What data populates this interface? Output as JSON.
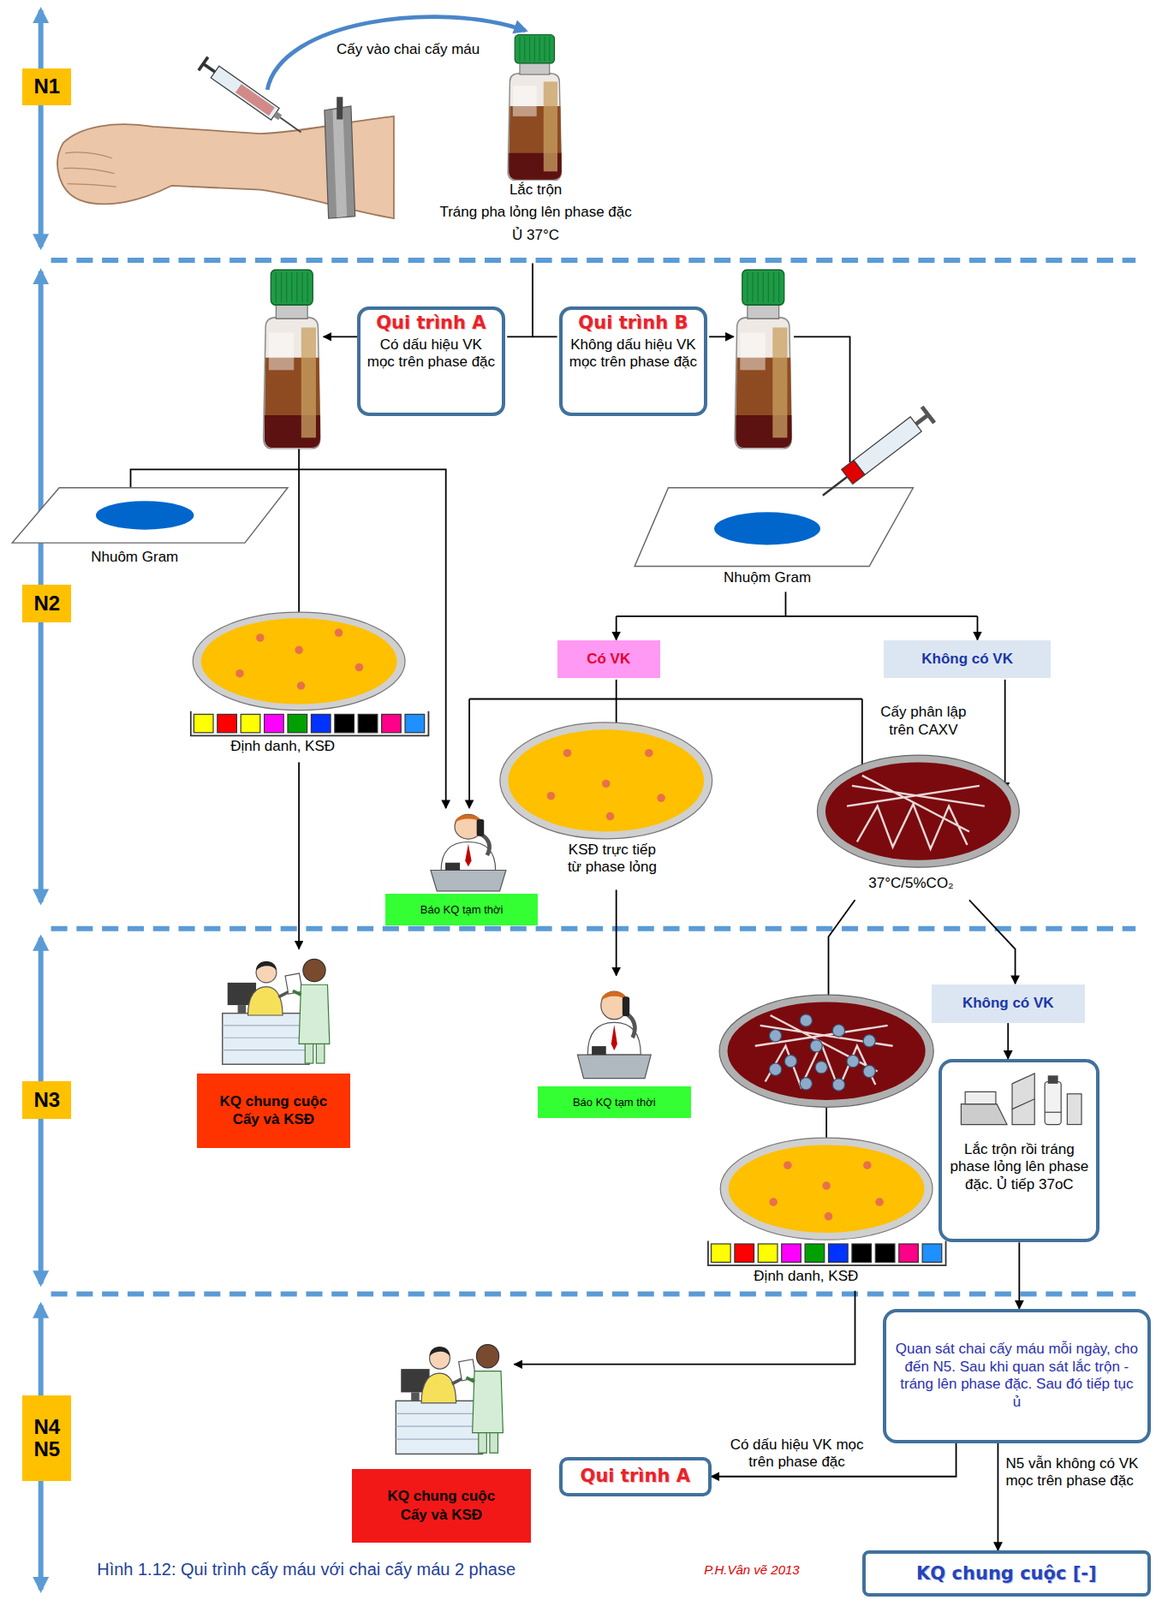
{
  "diagram": {
    "caption": "Hình 1.12: Qui trình cấy máu với chai cấy máu 2 phase",
    "nodes": [
      {
        "text": [
          "N1"
        ]
      },
      {
        "text": [
          "N2"
        ]
      },
      {
        "text": [
          "Qui trình A",
          "Có dấu hiệu VK mọc trên phase đặc"
        ]
      },
      {
        "text": [
          "Qui trình B",
          "Không dấu hiệu VK mọc trên phase đặc"
        ]
      },
      {
        "text": [
          "Có VK"
        ]
      },
      {
        "text": [
          "Không có VK"
        ]
      },
      {
        "text": [
          "Báo KQ tạm thời"
        ]
      },
      {
        "text": [
          "N3"
        ]
      },
      {
        "text": [
          "KQ chung cuộc Cấy và KSĐ"
        ]
      },
      {
        "text": [
          "Báo KQ tạm thời"
        ]
      },
      {
        "text": [
          "Không có VK"
        ]
      },
      {
        "text": [
          "Lắc trộn rồi tráng phase lỏng lên phase đặc. Ủ tiếp 37oC"
        ]
      },
      {
        "text": [
          "N4 N5"
        ]
      },
      {
        "text": [
          "Quan sát chai cấy máu mỗi ngày, cho đến N5. Sau khi quan sát lắc trộn - tráng lên phase đặc. Sau đó tiếp tục ủ"
        ]
      },
      {
        "text": [
          "KQ chung cuộc Cấy và KSĐ"
        ]
      },
      {
        "text": [
          "Qui trình A"
        ]
      },
      {
        "text": [
          "KQ chung cuộc [-]"
        ]
      }
    ],
    "edges": [
      {
        "from": 10,
        "to": 11,
        "arrow": "to"
      },
      {
        "from": 11,
        "to": 13,
        "arrow": "to"
      },
      {
        "from": 13,
        "to": 15,
        "arrow": "to",
        "label": "Có dấu hiệu VK mọc trên phase đặc"
      },
      {
        "from": 13,
        "to": 16,
        "arrow": "to",
        "label": "N5 vẫn không có VK mọc trên phase đặc"
      }
    ],
    "labels": [
      "Cấy vào chai cấy máu",
      "Lắc trộn",
      "Tráng pha lỏng lên phase đặc",
      "Ủ 37°C",
      "Nhuôm Gram",
      "Định danh, KSĐ",
      "Nhuộm Gram",
      "Cấy phân lập trên CAXV",
      "KSĐ trực tiếp từ phase lỏng",
      "37°C/5%CO₂",
      "Định danh, KSĐ",
      "P.H.Vân vẽ 2013"
    ]
  }
}
